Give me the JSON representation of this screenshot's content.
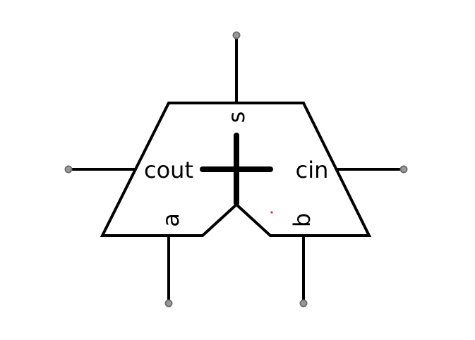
{
  "component": {
    "labels": {
      "sum": "s",
      "carry_out": "cout",
      "carry_in": "cin",
      "input_a": "a",
      "input_b": "b"
    },
    "symbol": "+",
    "colors": {
      "stroke": "#000000",
      "pin": "#9a9a9a",
      "marker": "#e03030"
    }
  }
}
